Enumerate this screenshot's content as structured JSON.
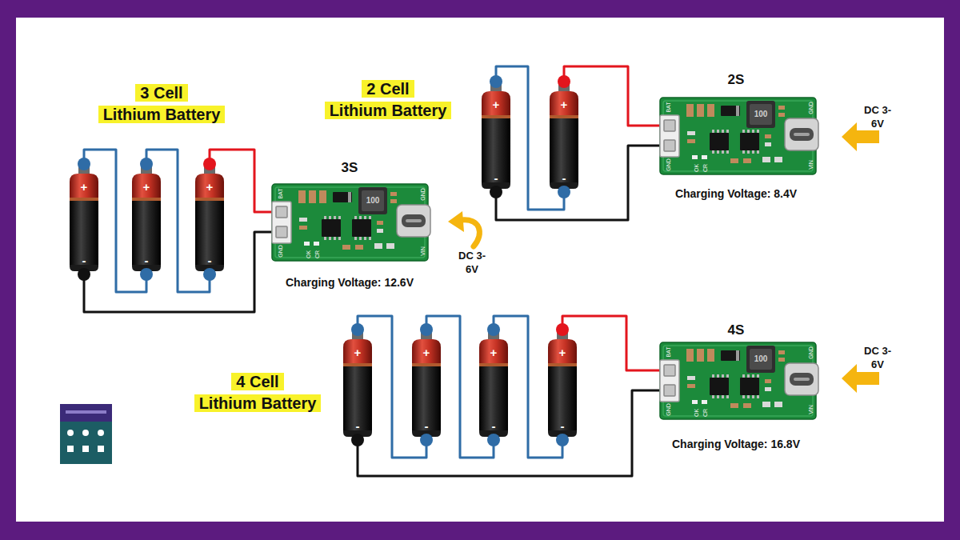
{
  "diagram": {
    "nodes": [
      {
        "text": [
          "3 Cell Lithium Battery"
        ]
      },
      {
        "text": [
          "+",
          "-"
        ]
      },
      {
        "text": [
          "+",
          "-"
        ]
      },
      {
        "text": [
          "+",
          "-"
        ]
      },
      {
        "text": [
          "BAT",
          "GND",
          "100",
          "GND",
          "OK",
          "CR",
          "VIN"
        ]
      },
      {
        "text": [
          "2 Cell Lithium Battery"
        ]
      },
      {
        "text": [
          "+",
          "-"
        ]
      },
      {
        "text": [
          "+",
          "-"
        ]
      },
      {
        "text": [
          "BAT",
          "GND",
          "100",
          "GND",
          "OK",
          "CR",
          "VIN"
        ]
      },
      {
        "text": [
          "4 Cell Lithium Battery"
        ]
      },
      {
        "text": [
          "+",
          "-"
        ]
      },
      {
        "text": [
          "+",
          "-"
        ]
      },
      {
        "text": [
          "+",
          "-"
        ]
      },
      {
        "text": [
          "+",
          "-"
        ]
      },
      {
        "text": [
          "BAT",
          "GND",
          "100",
          "GND",
          "OK",
          "CR",
          "VIN"
        ]
      }
    ],
    "edges": [
      {
        "from": 1,
        "to": 2,
        "arrow": "none"
      },
      {
        "from": 2,
        "to": 3,
        "arrow": "none"
      },
      {
        "from": 3,
        "to": 4,
        "arrow": "none"
      },
      {
        "from": 1,
        "to": 4,
        "arrow": "none"
      },
      {
        "from": 6,
        "to": 7,
        "arrow": "none"
      },
      {
        "from": 7,
        "to": 8,
        "arrow": "none"
      },
      {
        "from": 6,
        "to": 8,
        "arrow": "none"
      },
      {
        "from": 10,
        "to": 11,
        "arrow": "none"
      },
      {
        "from": 11,
        "to": 12,
        "arrow": "none"
      },
      {
        "from": 12,
        "to": 13,
        "arrow": "none"
      },
      {
        "from": 13,
        "to": 14,
        "arrow": "none"
      },
      {
        "from": 10,
        "to": 14,
        "arrow": "none"
      }
    ],
    "labels": [
      "3S",
      "Charging Voltage: 12.6V",
      "DC 3-6V",
      "2S",
      "Charging Voltage: 8.4V",
      "DC 3-6V",
      "4S",
      "Charging Voltage: 16.8V",
      "DC 3-6V"
    ]
  }
}
